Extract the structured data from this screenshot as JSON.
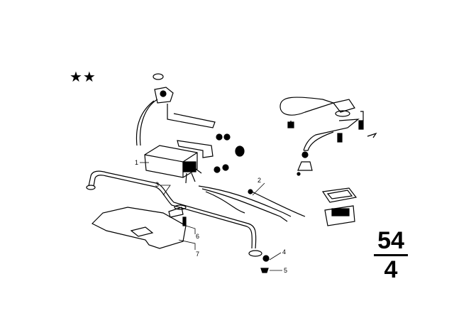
{
  "stars": "★★",
  "page_reference": {
    "group": "54",
    "page": "4"
  },
  "callouts": [
    "1",
    "2",
    "3",
    "4",
    "5",
    "6",
    "7"
  ],
  "colors": {
    "ink": "#000000",
    "background": "#ffffff"
  }
}
